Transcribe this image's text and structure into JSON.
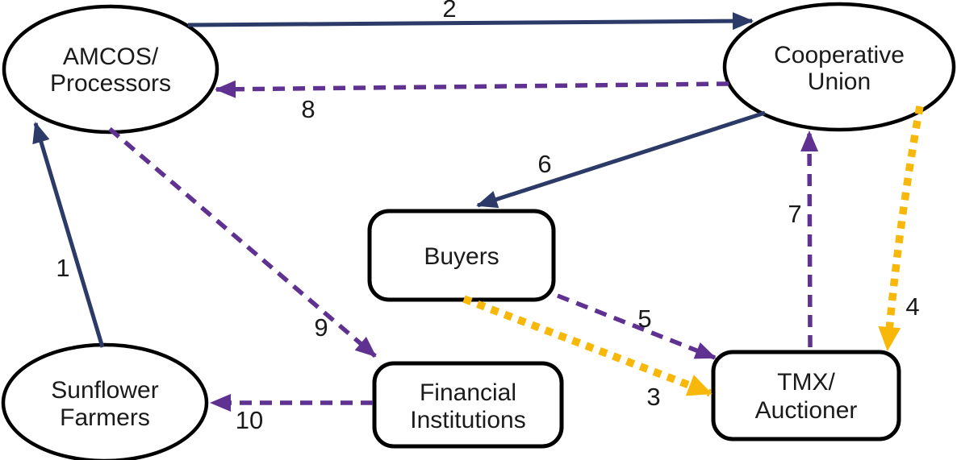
{
  "diagram": {
    "description": "Sunflower value chain actor linkage diagram",
    "colors": {
      "navy": "#2B3A66",
      "purple": "#5F3191",
      "gold": "#F7B80A",
      "node_border": "#000000",
      "text": "#1a1a1a",
      "background": "#ffffff"
    },
    "nodes": [
      {
        "id": "amcos-processors",
        "shape": "ellipse",
        "line1": "AMCOS/",
        "line2": "Processors"
      },
      {
        "id": "cooperative-union",
        "shape": "ellipse",
        "line1": "Cooperative",
        "line2": "Union"
      },
      {
        "id": "buyers",
        "shape": "rect",
        "line1": "Buyers",
        "line2": ""
      },
      {
        "id": "sunflower-farmers",
        "shape": "ellipse",
        "line1": "Sunflower",
        "line2": "Farmers"
      },
      {
        "id": "financial-institutions",
        "shape": "rect",
        "line1": "Financial",
        "line2": "Institutions"
      },
      {
        "id": "tmx-auctioner",
        "shape": "rect",
        "line1": "TMX/",
        "line2": "Auctioner"
      }
    ],
    "edges": [
      {
        "number": "1",
        "from": "sunflower-farmers",
        "to": "amcos-processors",
        "style": "solid",
        "color": "navy"
      },
      {
        "number": "2",
        "from": "amcos-processors",
        "to": "cooperative-union",
        "style": "solid",
        "color": "navy"
      },
      {
        "number": "3",
        "from": "buyers",
        "to": "tmx-auctioner",
        "style": "dotted",
        "color": "gold"
      },
      {
        "number": "4",
        "from": "cooperative-union",
        "to": "tmx-auctioner",
        "style": "dotted",
        "color": "gold"
      },
      {
        "number": "5",
        "from": "buyers",
        "to": "tmx-auctioner",
        "style": "dashed",
        "color": "purple"
      },
      {
        "number": "6",
        "from": "cooperative-union",
        "to": "buyers",
        "style": "solid",
        "color": "navy"
      },
      {
        "number": "7",
        "from": "tmx-auctioner",
        "to": "cooperative-union",
        "style": "dashed",
        "color": "purple"
      },
      {
        "number": "8",
        "from": "cooperative-union",
        "to": "amcos-processors",
        "style": "dashed",
        "color": "purple"
      },
      {
        "number": "9",
        "from": "amcos-processors",
        "to": "financial-institutions",
        "style": "dashed",
        "color": "purple"
      },
      {
        "number": "10",
        "from": "financial-institutions",
        "to": "sunflower-farmers",
        "style": "dashed",
        "color": "purple"
      }
    ]
  }
}
